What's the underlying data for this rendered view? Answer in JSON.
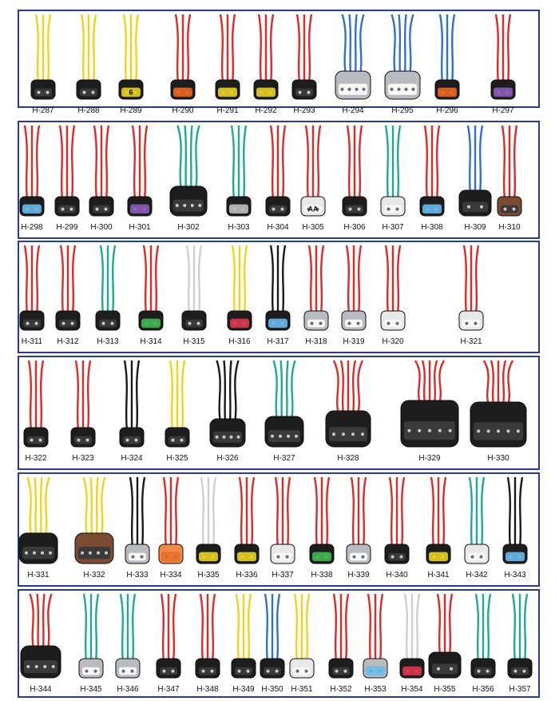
{
  "rows": [
    [
      "H-287",
      "H-288",
      "H-289",
      "H-290",
      "H-291",
      "H-292",
      "H-293",
      "H-294",
      "H-295",
      "H-296",
      "H-297"
    ],
    [
      "H-298",
      "H-299",
      "H-300",
      "H-301",
      "H-302",
      "H-303",
      "H-304",
      "H-305",
      "H-306",
      "H-307",
      "H-308",
      "H-309",
      "H-310"
    ],
    [
      "H-311",
      "H-312",
      "H-313",
      "H-314",
      "H-315",
      "H-316",
      "H-317",
      "H-318",
      "H-319",
      "H-320",
      "H-321"
    ],
    [
      "H-322",
      "H-323",
      "H-324",
      "H-325",
      "H-326",
      "H-327",
      "H-328",
      "H-329",
      "H-330"
    ],
    [
      "H-331",
      "H-332",
      "H-333",
      "H-334",
      "H-335",
      "H-336",
      "H-337",
      "H-338",
      "H-339",
      "H-340",
      "H-341",
      "H-342",
      "H-343"
    ],
    [
      "H-344",
      "H-345",
      "H-346",
      "H-347",
      "H-348",
      "H-349",
      "H-350",
      "H-351",
      "H-352",
      "H-353",
      "H-354",
      "H-355",
      "H-356",
      "H-357"
    ]
  ],
  "part_details": {
    "H-289": {
      "housing_text": "6"
    },
    "H-305": {
      "housing_text": "AA"
    }
  },
  "colors": {
    "border": "#2b3a8f",
    "wire_red": "#e02a2a",
    "wire_yellow": "#f2d21b",
    "wire_blue": "#2f6fd6",
    "wire_teal": "#1fa89a",
    "wire_white": "#f4f4f4",
    "wire_black": "#1a1a1a",
    "housing_black": "#1d1d1d",
    "housing_gray": "#b8bcc0",
    "housing_white": "#e8e8e8",
    "housing_brown": "#7a4a33",
    "housing_orange": "#f08a45",
    "accent_purple": "#8a5ab8",
    "accent_yellow": "#e7cf22",
    "accent_green": "#3fb34f",
    "accent_lightblue": "#66b6e8",
    "accent_red": "#d8344a",
    "accent_orange": "#e7651f"
  }
}
